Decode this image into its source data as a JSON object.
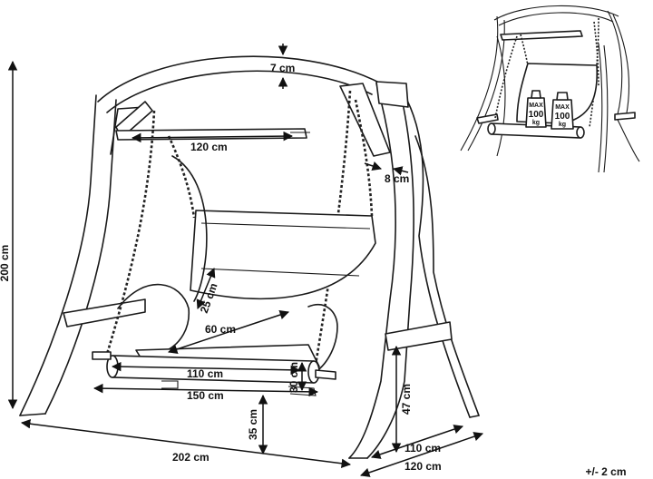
{
  "dimensions": {
    "top_beam_thickness": "7 cm",
    "crossbar_width": "120 cm",
    "hanger_width": "8 cm",
    "frame_height": "200 cm",
    "backrest_height": "25 cm",
    "seat_depth": "60 cm",
    "seat_width": "110 cm",
    "seat_total_width": "150 cm",
    "seat_thickness": "30 cm",
    "leg_height": "47 cm",
    "seat_ground_clearance": "35 cm",
    "frame_length": "202 cm",
    "base_depth_inner": "110 cm",
    "base_depth_outer": "120 cm"
  },
  "tolerance": "+/- 2 cm",
  "thumbnail": {
    "weight_badges": [
      {
        "line1": "MAX",
        "line2": "100",
        "line3": "kg"
      },
      {
        "line1": "MAX",
        "line2": "100",
        "line3": "kg"
      }
    ]
  }
}
